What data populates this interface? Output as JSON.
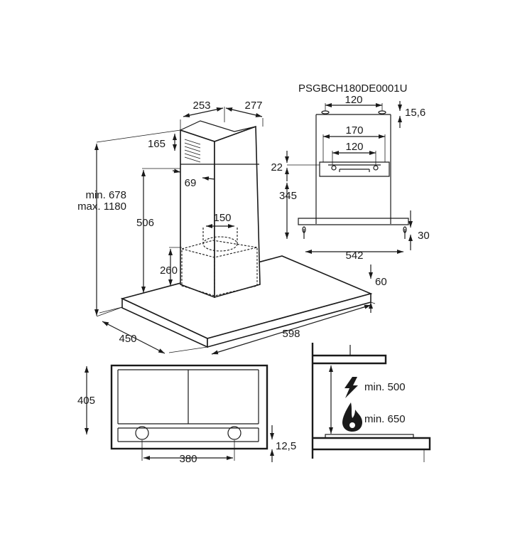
{
  "model_code": "PSGBCH180DE0001U",
  "hood": {
    "chimney_depth": "253",
    "chimney_width": "277",
    "top_offset": "165",
    "chimney_lower": "69",
    "height_lower": "506",
    "outlet": "150",
    "motor_height": "260",
    "total_height_min": "min. 678",
    "total_height_max": "max. 1180",
    "canopy_depth": "450",
    "canopy_width": "598",
    "canopy_thickness": "60"
  },
  "bracket": {
    "top_holes": "120",
    "top_offset": "15,6",
    "bracket_width": "170",
    "bracket_holes": "120",
    "bracket_offset": "22",
    "bracket_height": "345",
    "bottom_offset": "30",
    "bottom_holes": "542"
  },
  "bottom_view": {
    "depth": "405",
    "hole_spacing": "380",
    "hole_offset": "12,5"
  },
  "clearance": {
    "electric": "min. 500",
    "gas": "min. 650"
  }
}
